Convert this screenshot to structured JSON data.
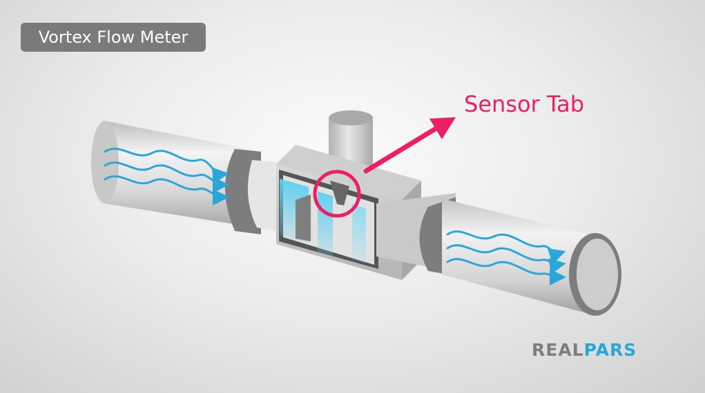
{
  "title": "Vortex Flow Meter",
  "callout": {
    "label": "Sensor Tab"
  },
  "logo": {
    "part1": "REAL",
    "part2": "PARS"
  },
  "colors": {
    "accent": "#ee1e63",
    "flow_arrows": "#2aa7d8",
    "logo_gray": "#7d7d7d",
    "logo_blue": "#2aa7d8"
  }
}
